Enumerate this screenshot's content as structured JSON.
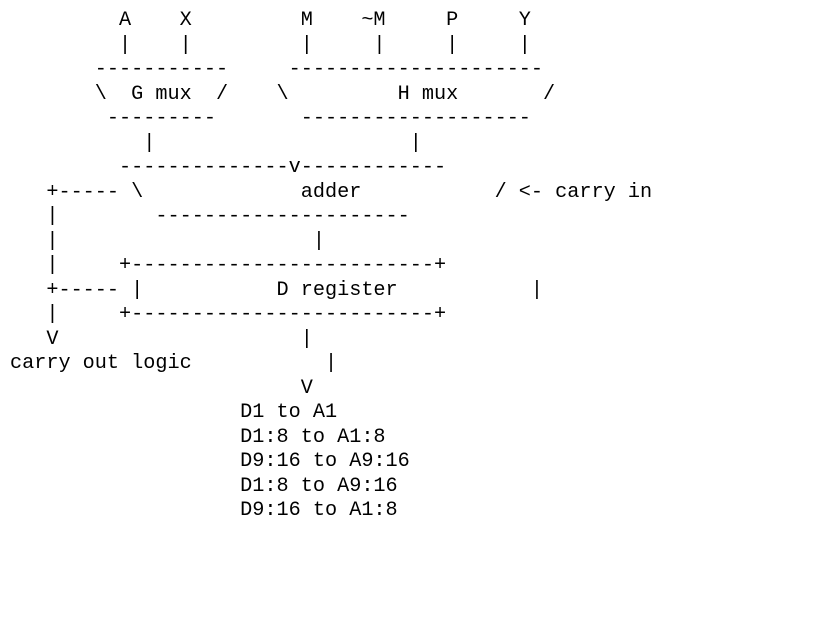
{
  "diagram": {
    "lines": [
      "         A    X         M    ~M     P     Y",
      "         |    |         |     |     |     |",
      "       -----------     ---------------------",
      "       \\  G mux  /    \\         H mux       /",
      "        ---------       -------------------",
      "           |                     |",
      "         --------------v------------",
      "   +----- \\             adder           / <- carry in",
      "   |        ---------------------",
      "   |                     |",
      "   |     +-------------------------+",
      "   +----- |           D register           |",
      "   |     +-------------------------+",
      "   V                    |",
      "carry out logic           |",
      "                        V",
      "                   D1 to A1",
      "                   D1:8 to A1:8",
      "                   D9:16 to A9:16",
      "                   D1:8 to A9:16",
      "                   D9:16 to A1:8"
    ]
  }
}
